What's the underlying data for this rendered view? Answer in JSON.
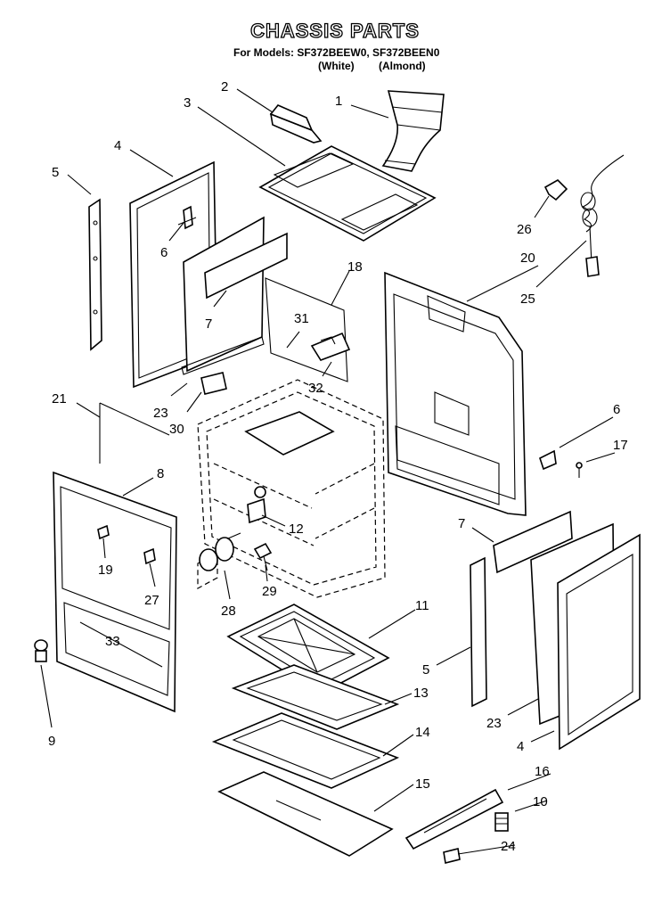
{
  "header": {
    "title": "CHASSIS PARTS",
    "models_line": "For Models: SF372BEEW0, SF372BEEN0",
    "color_white": "(White)",
    "color_almond": "(Almond)"
  },
  "callouts": [
    {
      "id": "c1",
      "label": "1"
    },
    {
      "id": "c2",
      "label": "2"
    },
    {
      "id": "c3",
      "label": "3"
    },
    {
      "id": "c4a",
      "label": "4"
    },
    {
      "id": "c5a",
      "label": "5"
    },
    {
      "id": "c6a",
      "label": "6"
    },
    {
      "id": "c7a",
      "label": "7"
    },
    {
      "id": "c18",
      "label": "18"
    },
    {
      "id": "c31",
      "label": "31"
    },
    {
      "id": "c32",
      "label": "32"
    },
    {
      "id": "c23a",
      "label": "23"
    },
    {
      "id": "c30",
      "label": "30"
    },
    {
      "id": "c21",
      "label": "21"
    },
    {
      "id": "c8",
      "label": "8"
    },
    {
      "id": "c12",
      "label": "12"
    },
    {
      "id": "c19",
      "label": "19"
    },
    {
      "id": "c27",
      "label": "27"
    },
    {
      "id": "c28",
      "label": "28"
    },
    {
      "id": "c29",
      "label": "29"
    },
    {
      "id": "c33",
      "label": "33"
    },
    {
      "id": "c9",
      "label": "9"
    },
    {
      "id": "c11",
      "label": "11"
    },
    {
      "id": "c13",
      "label": "13"
    },
    {
      "id": "c14",
      "label": "14"
    },
    {
      "id": "c15",
      "label": "15"
    },
    {
      "id": "c26",
      "label": "26"
    },
    {
      "id": "c20",
      "label": "20"
    },
    {
      "id": "c25",
      "label": "25"
    },
    {
      "id": "c6b",
      "label": "6"
    },
    {
      "id": "c17",
      "label": "17"
    },
    {
      "id": "c7b",
      "label": "7"
    },
    {
      "id": "c5b",
      "label": "5"
    },
    {
      "id": "c23b",
      "label": "23"
    },
    {
      "id": "c4b",
      "label": "4"
    },
    {
      "id": "c16",
      "label": "16"
    },
    {
      "id": "c10",
      "label": "10"
    },
    {
      "id": "c24",
      "label": "24"
    }
  ]
}
